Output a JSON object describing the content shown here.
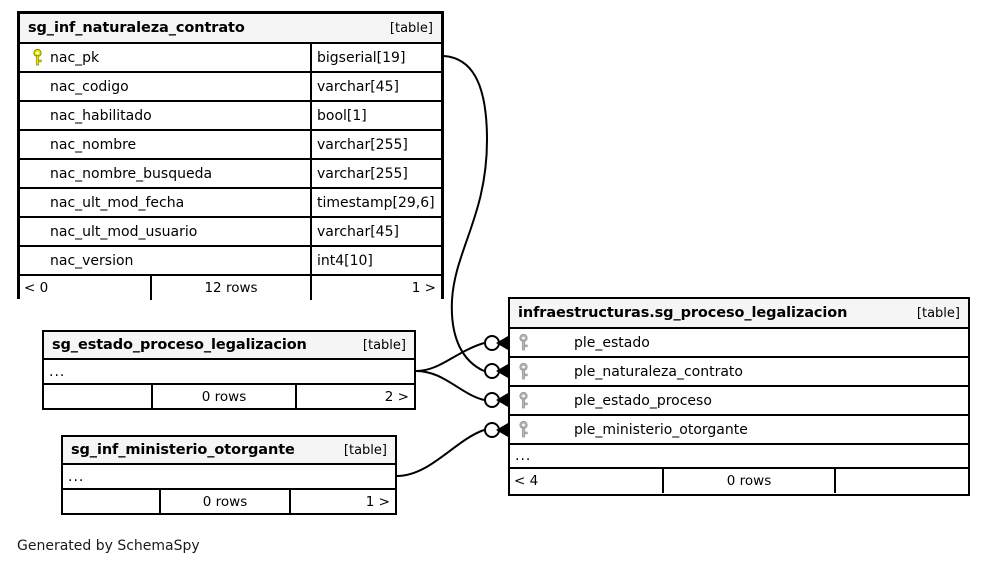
{
  "diagram": {
    "credit": "Generated by SchemaSpy",
    "table_tag": "[table]",
    "ellipsis": "...",
    "rows_suffix": "rows"
  },
  "tables": {
    "naturaleza_contrato": {
      "name": "sg_inf_naturaleza_contrato",
      "tag": "[table]",
      "columns": [
        {
          "name": "nac_pk",
          "type": "bigserial[19]",
          "key": "primary"
        },
        {
          "name": "nac_codigo",
          "type": "varchar[45]",
          "key": "none"
        },
        {
          "name": "nac_habilitado",
          "type": "bool[1]",
          "key": "none"
        },
        {
          "name": "nac_nombre",
          "type": "varchar[255]",
          "key": "none"
        },
        {
          "name": "nac_nombre_busqueda",
          "type": "varchar[255]",
          "key": "none"
        },
        {
          "name": "nac_ult_mod_fecha",
          "type": "timestamp[29,6]",
          "key": "none"
        },
        {
          "name": "nac_ult_mod_usuario",
          "type": "varchar[45]",
          "key": "none"
        },
        {
          "name": "nac_version",
          "type": "int4[10]",
          "key": "none"
        }
      ],
      "footer": {
        "left": "< 0",
        "middle": "12 rows",
        "right": "1 >"
      }
    },
    "estado_proceso_legalizacion": {
      "name": "sg_estado_proceso_legalizacion",
      "tag": "[table]",
      "ellipsis": "...",
      "footer": {
        "left": "",
        "middle": "0 rows",
        "right": "2 >"
      }
    },
    "ministerio_otorgante": {
      "name": "sg_inf_ministerio_otorgante",
      "tag": "[table]",
      "ellipsis": "...",
      "footer": {
        "left": "",
        "middle": "0 rows",
        "right": "1 >"
      }
    },
    "proceso_legalizacion": {
      "name": "infraestructuras.sg_proceso_legalizacion",
      "tag": "[table]",
      "columns": [
        {
          "name": "ple_estado",
          "type": "",
          "key": "foreign"
        },
        {
          "name": "ple_naturaleza_contrato",
          "type": "",
          "key": "foreign"
        },
        {
          "name": "ple_estado_proceso",
          "type": "",
          "key": "foreign"
        },
        {
          "name": "ple_ministerio_otorgante",
          "type": "",
          "key": "foreign"
        }
      ],
      "ellipsis": "...",
      "footer": {
        "left": "< 4",
        "middle": "0 rows",
        "right": ""
      }
    }
  },
  "relationships": [
    {
      "from": "sg_inf_naturaleza_contrato.nac_pk",
      "to": "infraestructuras.sg_proceso_legalizacion.ple_naturaleza_contrato"
    },
    {
      "from": "sg_estado_proceso_legalizacion",
      "to": "infraestructuras.sg_proceso_legalizacion.ple_estado"
    },
    {
      "from": "sg_estado_proceso_legalizacion",
      "to": "infraestructuras.sg_proceso_legalizacion.ple_estado_proceso"
    },
    {
      "from": "sg_inf_ministerio_otorgante",
      "to": "infraestructuras.sg_proceso_legalizacion.ple_ministerio_otorgante"
    }
  ],
  "colors": {
    "primary_key_icon": "#e8e800",
    "foreign_key_icon": "#b5b5b5",
    "header_background": "#f5f5f5",
    "border": "#000000",
    "background": "#ffffff"
  }
}
